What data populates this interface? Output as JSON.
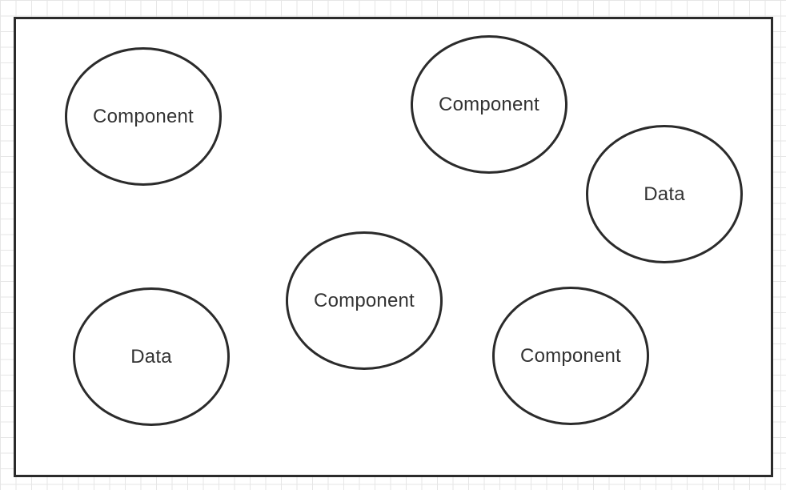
{
  "nodes": [
    {
      "id": "n1",
      "label": "Component"
    },
    {
      "id": "n2",
      "label": "Component"
    },
    {
      "id": "n3",
      "label": "Data"
    },
    {
      "id": "n4",
      "label": "Component"
    },
    {
      "id": "n5",
      "label": "Data"
    },
    {
      "id": "n6",
      "label": "Component"
    }
  ]
}
